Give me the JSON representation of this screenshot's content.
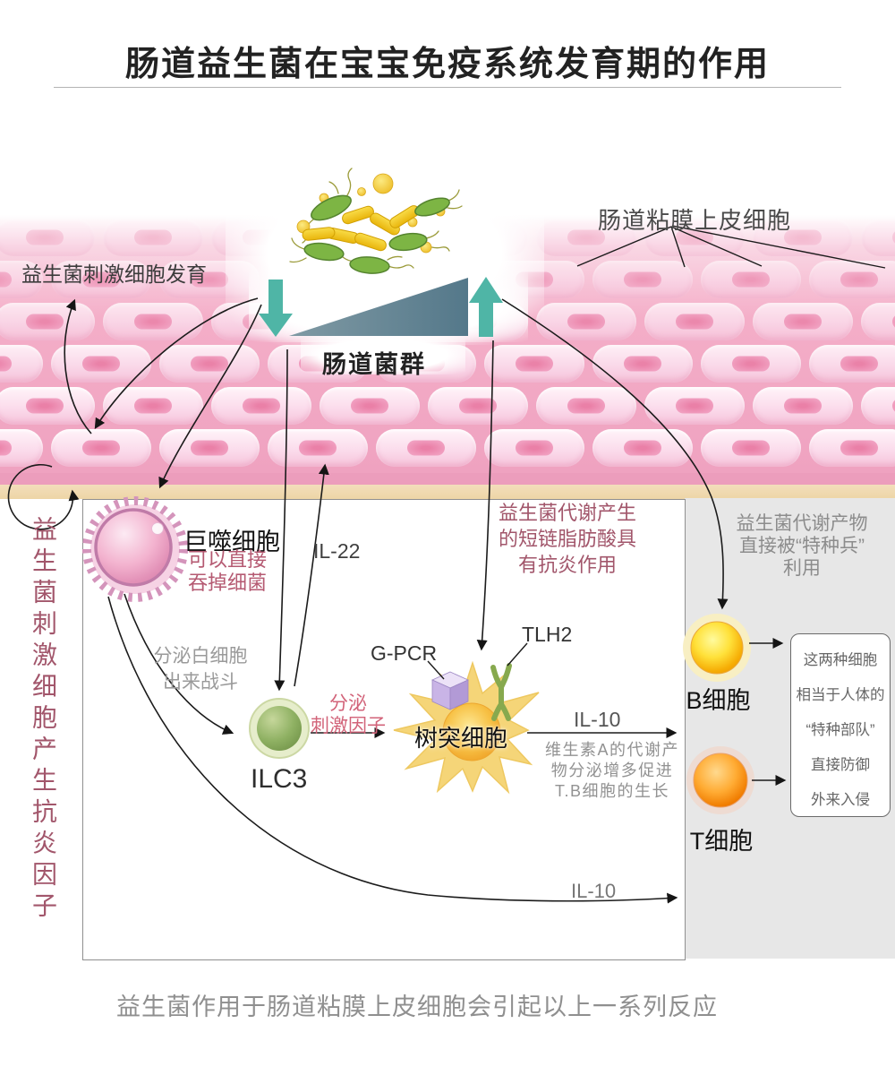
{
  "title": "肠道益生菌在宝宝免疫系统发育期的作用",
  "top": {
    "epithelium_label": "肠道粘膜上皮细胞",
    "stimulate_label": "益生菌刺激细胞发育",
    "flora_label": "肠道菌群"
  },
  "left_note": "益生菌刺激细胞产生抗炎因子",
  "macrophage": {
    "name": "巨噬细胞",
    "note1": "可以直接",
    "note2": "吞掉细菌",
    "action1": "分泌白细胞",
    "action2": "出来战斗"
  },
  "ilc3": {
    "name": "ILC3",
    "cytokine": "IL-22",
    "secrete1": "分泌",
    "secrete2": "刺激因子"
  },
  "dendritic": {
    "name": "树突细胞",
    "receptor1": "G-PCR",
    "receptor2": "TLH2",
    "cytokine": "IL-10",
    "vitamin1": "维生素A的代谢产",
    "vitamin2": "物分泌增多促进",
    "vitamin3": "T.B细胞的生长"
  },
  "scfa_note": {
    "line1": "益生菌代谢产生",
    "line2": "的短链脂肪酸具",
    "line3": "有抗炎作用"
  },
  "metabolite_note": {
    "line1": "益生菌代谢产物",
    "line2": "直接被“特种兵”",
    "line3": "利用"
  },
  "immune_cells": {
    "b": "B细胞",
    "t": "T细胞",
    "box1": "这两种细胞",
    "box2": "相当于人体的",
    "box3": "“特种部队”",
    "box4": "直接防御",
    "box5": "外来入侵"
  },
  "il10_bottom": "IL-10",
  "caption": "益生菌作用于肠道粘膜上皮细胞会引起以上一系列反应",
  "colors": {
    "teal": "#4fb5a6",
    "wedge_dark": "#557989",
    "pink_band": "#f4aec8",
    "tan": "#f0dab2",
    "maroon": "#a2566b",
    "rose": "#d26379",
    "gray_panel": "#e7e7e7"
  }
}
